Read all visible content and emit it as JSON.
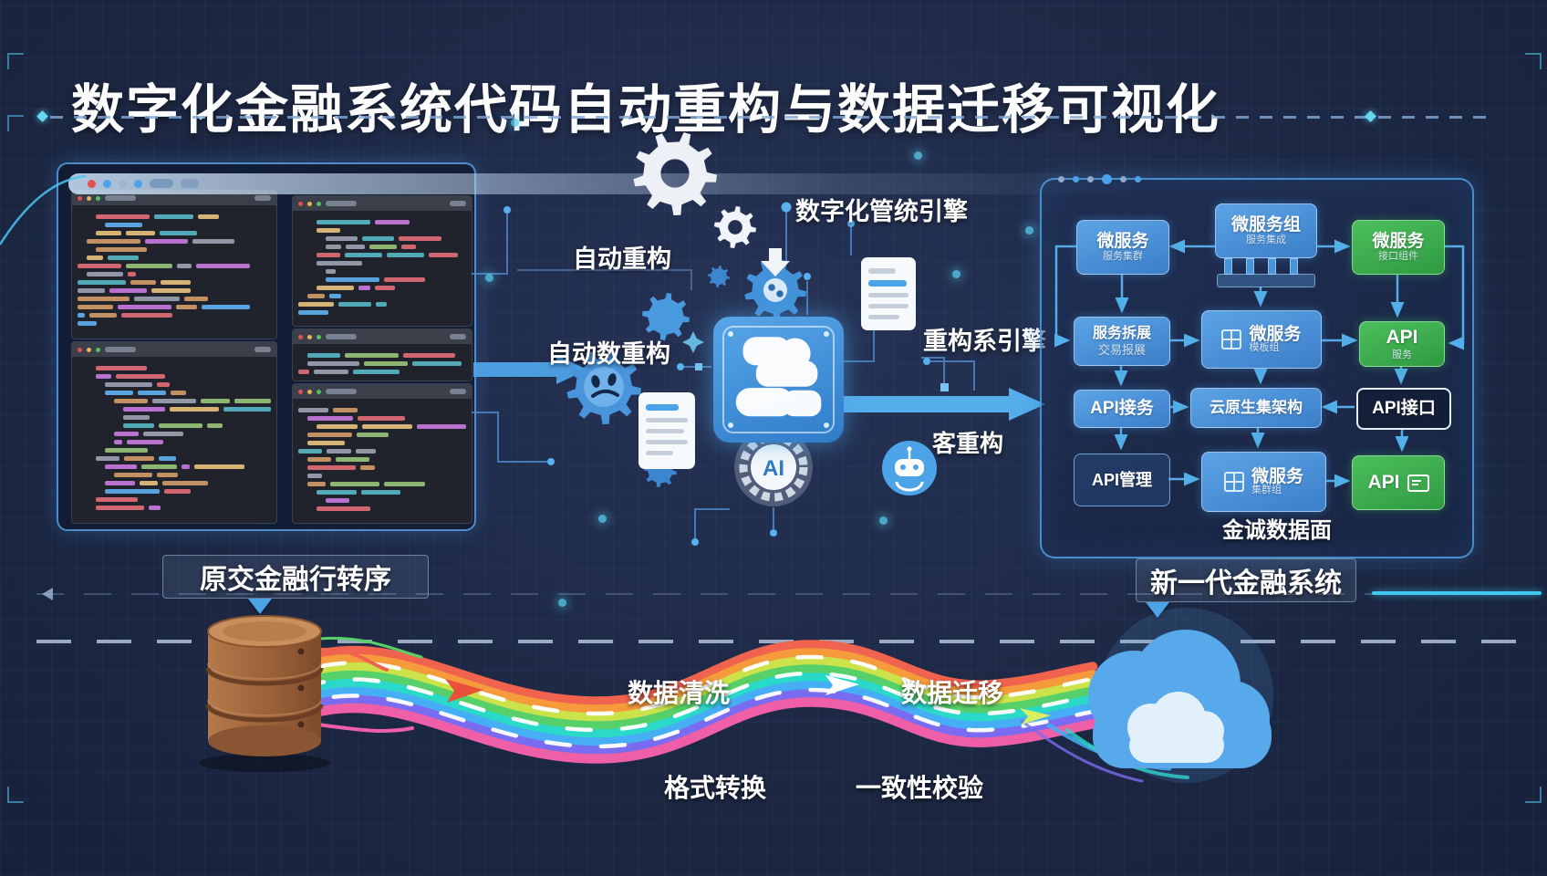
{
  "title": "数字化金融系统代码自动重构与数据迁移可视化",
  "legacy_system": {
    "label": "原交金融行转序"
  },
  "engine": {
    "labels": {
      "auto_refactor": "自动重构",
      "auto_data_refactor": "自动数重构",
      "digital_engine": "数字化管统引擎",
      "refactor_engine": "重构系引擎",
      "zero_refactor": "客重构"
    },
    "ai_label": "AI"
  },
  "new_system": {
    "window_label": "新一代金融系统",
    "data_plane_label": "金诚数据面",
    "boxes": [
      {
        "line1": "微服务",
        "line2": "服务集群",
        "style": "blue"
      },
      {
        "line1": "微服务组",
        "line2": "服务集成",
        "style": "blue"
      },
      {
        "line1": "微服务",
        "line2": "接口组件",
        "style": "green"
      },
      {
        "line1": "服务拆展",
        "line2": "交易报展",
        "style": "blue"
      },
      {
        "line1": "微服务",
        "line2": "模板组",
        "style": "blue"
      },
      {
        "line1": "API",
        "line2": "服务",
        "style": "green"
      },
      {
        "line1": "API接务",
        "style": "blue"
      },
      {
        "line1": "云原生集架构",
        "style": "blue"
      },
      {
        "line1": "API接口",
        "style": "outline-white"
      },
      {
        "line1": "API管理",
        "style": "outline-blue"
      },
      {
        "line1": "微服务",
        "line2": "集群组",
        "style": "blue"
      },
      {
        "line1": "API",
        "style": "green"
      }
    ]
  },
  "migration": {
    "data_cleaning": "数据清洗",
    "data_migration": "数据迁移",
    "format_conversion": "格式转换",
    "consistency_check": "一致性校验"
  },
  "colors": {
    "background": "#1d2744",
    "accent_blue": "#4fa3e8",
    "accent_cyan": "#49c6f0",
    "box_blue": "#4a94dc",
    "box_green": "#3fae52",
    "database_brown": "#9a6138",
    "cloud_blue": "#58a9ec",
    "stream": [
      "#f0634f",
      "#f59b3c",
      "#cbe24a",
      "#58d06a",
      "#2bd9c8",
      "#45aef5",
      "#7a6cf0",
      "#ef5fa7"
    ],
    "syntax": [
      "#e06c75",
      "#d19a66",
      "#e5c07b",
      "#98c379",
      "#56b6c2",
      "#61afef",
      "#c678dd",
      "#9aa3b2"
    ]
  }
}
